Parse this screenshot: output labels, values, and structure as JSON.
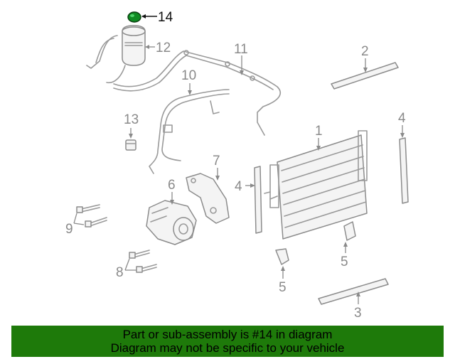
{
  "colors": {
    "banner_bg": "#1e7a0a",
    "banner_text": "#000000",
    "highlight_part": "#0f8a22",
    "line_art": "#9a9a9a",
    "callout_text": "#8a8a8a",
    "callout_highlight": "#111111"
  },
  "callouts": {
    "c1": "1",
    "c2": "2",
    "c3": "3",
    "c4a": "4",
    "c4b": "4",
    "c5a": "5",
    "c5b": "5",
    "c6": "6",
    "c7": "7",
    "c8": "8",
    "c9": "9",
    "c10": "10",
    "c11": "11",
    "c12": "12",
    "c13": "13",
    "c14": "14"
  },
  "banner": {
    "line1": "Part or sub-assembly is #14 in diagram",
    "line2": "Diagram may not be specific to your vehicle"
  }
}
